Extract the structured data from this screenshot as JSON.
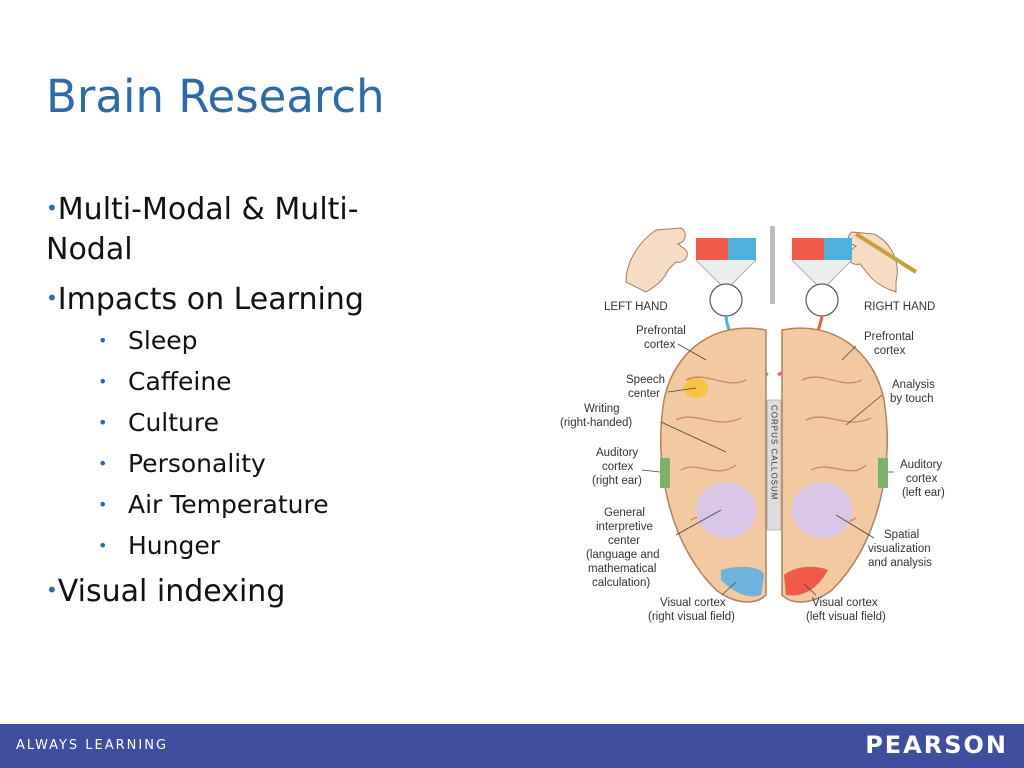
{
  "slide": {
    "title": "Brain Research",
    "bullets": {
      "b1": "Multi-Modal & Multi-Nodal",
      "b2": "Impacts on Learning",
      "sub": [
        "Sleep",
        "Caffeine",
        "Culture",
        "Personality",
        "Air Temperature",
        "Hunger"
      ],
      "b3": "Visual indexing"
    }
  },
  "figure": {
    "left_hand": "LEFT HAND",
    "right_hand": "RIGHT HAND",
    "prefrontal_l": [
      "Prefrontal",
      "cortex"
    ],
    "prefrontal_r": [
      "Prefrontal",
      "cortex"
    ],
    "speech": [
      "Speech",
      "center"
    ],
    "writing": [
      "Writing",
      "(right-handed)"
    ],
    "auditory_l": [
      "Auditory",
      "cortex",
      "(right ear)"
    ],
    "general": [
      "General",
      "interpretive",
      "center",
      "(language and",
      "mathematical",
      "calculation)"
    ],
    "visual_l": [
      "Visual cortex",
      "(right visual field)"
    ],
    "analysis": [
      "Analysis",
      "by touch"
    ],
    "auditory_r": [
      "Auditory",
      "cortex",
      "(left ear)"
    ],
    "spatial": [
      "Spatial",
      "visualization",
      "and analysis"
    ],
    "visual_r": [
      "Visual cortex",
      "(left visual field)"
    ],
    "corpus": "CORPUS CALLOSUM"
  },
  "footer": {
    "left": "ALWAYS LEARNING",
    "right": "PEARSON"
  },
  "colors": {
    "title": "#2e6ba6",
    "footer": "#3f4e9e",
    "brain": "#f2c9a0"
  }
}
